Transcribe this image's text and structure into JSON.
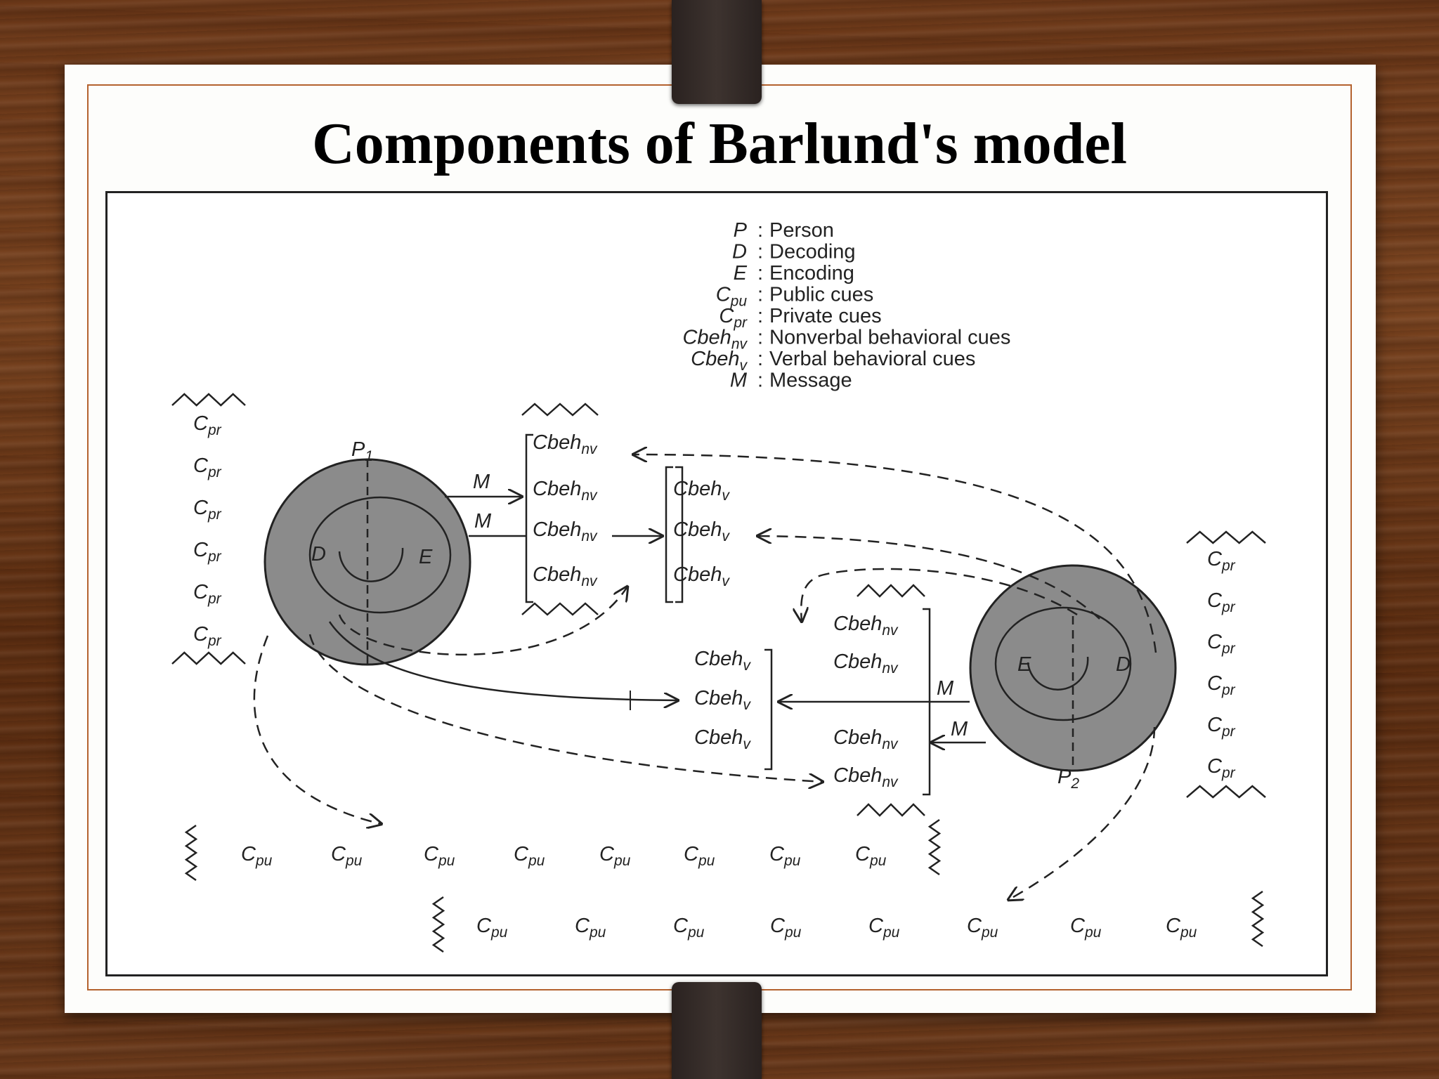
{
  "slide": {
    "title": "Components of Barlund's model"
  },
  "legend": [
    {
      "sym": "P",
      "sub": "",
      "desc": "Person"
    },
    {
      "sym": "D",
      "sub": "",
      "desc": "Decoding"
    },
    {
      "sym": "E",
      "sub": "",
      "desc": "Encoding"
    },
    {
      "sym": "C",
      "sub": "pu",
      "desc": "Public cues"
    },
    {
      "sym": "C",
      "sub": "pr",
      "desc": "Private cues"
    },
    {
      "sym": "Cbeh",
      "sub": "nv",
      "desc": "Nonverbal behavioral cues"
    },
    {
      "sym": "Cbeh",
      "sub": "v",
      "desc": "Verbal behavioral cues"
    },
    {
      "sym": "M",
      "sub": "",
      "desc": "Message"
    }
  ],
  "persons": {
    "p1": {
      "label": "P",
      "sub": "1",
      "decode": "D",
      "encode": "E"
    },
    "p2": {
      "label": "P",
      "sub": "2",
      "decode": "D",
      "encode": "E"
    }
  },
  "message_label": "M",
  "cue_symbols": {
    "private": {
      "base": "C",
      "sub": "pr"
    },
    "public": {
      "base": "C",
      "sub": "pu"
    },
    "nonverbal": {
      "base": "Cbeh",
      "sub": "nv"
    },
    "verbal": {
      "base": "Cbeh",
      "sub": "v"
    }
  }
}
